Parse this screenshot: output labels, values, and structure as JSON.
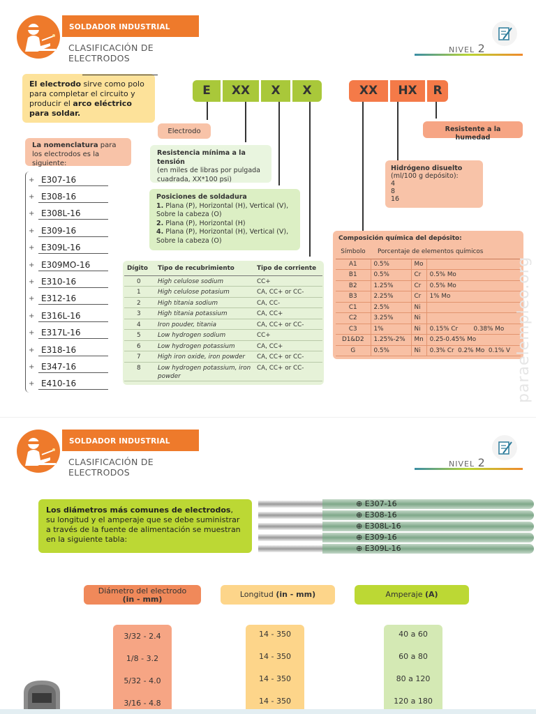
{
  "page1": {
    "header": {
      "title": "SOLDADOR INDUSTRIAL",
      "subtitle_line1": "CLASIFICACIÓN DE",
      "subtitle_line2": "ELECTRODOS",
      "nivel_label": "NIVEL",
      "nivel_num": "2"
    },
    "intro": {
      "bold1": "El electrodo",
      "text1": " sirve como polo para completar el circuito y producir el ",
      "bold2": "arco eléctrico para soldar."
    },
    "nomenclature": {
      "bold": "La nomenclatura",
      "text": " para los electrodos es la siguiente:"
    },
    "electrode_list": [
      "E307-16",
      "E308-16",
      "E308L-16",
      "E309-16",
      "E309L-16",
      "E309MO-16",
      "E310-16",
      "E312-16",
      "E316L-16",
      "E317L-16",
      "E318-16",
      "E347-16",
      "E410-16"
    ],
    "code1": [
      "E",
      "XX",
      "X",
      "X"
    ],
    "code2": [
      "XX",
      "HX",
      "R"
    ],
    "labels": {
      "electrodo": "Electrodo",
      "resistencia_title": "Resistencia mínima a la tensión",
      "resistencia_text": "(en miles de libras por pulgada cuadrada, XX*100 psi)",
      "posiciones_title": "Posiciones de soldadura",
      "pos1_num": "1.",
      "pos1": " Plana (P), Horizontal (H), Vertical (V), Sobre la cabeza (O)",
      "pos2_num": "2.",
      "pos2": " Plana (P), Horizontal (H)",
      "pos4_num": "4.",
      "pos4": " Plana (P), Horizontal (H), Vertical (V), Sobre la cabeza (O)",
      "humedad": "Resistente a la humedad",
      "hidrogeno_title": "Hidrógeno disuelto",
      "hidrogeno_text": "(ml/100 g depósito):",
      "hidrogeno_values": [
        "4",
        "8",
        "16"
      ],
      "composicion_title": "Composición química del depósito:"
    },
    "table1": {
      "headers": [
        "Dígito",
        "Tipo de recubrimiento",
        "Tipo de corriente"
      ],
      "rows": [
        [
          "0",
          "High celulose sodium",
          "CC+"
        ],
        [
          "1",
          "High celulose potasium",
          "CA, CC+ or CC-"
        ],
        [
          "2",
          "High titania sodium",
          "CA, CC-"
        ],
        [
          "3",
          "High titania potassium",
          "CA, CC+"
        ],
        [
          "4",
          "Iron pouder, titania",
          "CA, CC+ or CC-"
        ],
        [
          "5",
          "Low hydrogen sodium",
          "CC+"
        ],
        [
          "6",
          "Low hydrogen potassium",
          "CA, CC+"
        ],
        [
          "7",
          "High iron oxide, iron powder",
          "CA, CC+ or CC-"
        ],
        [
          "8",
          "Low hydrogen potassium, iron powder",
          "CA, CC+ or CC-"
        ]
      ]
    },
    "table2": {
      "headers": [
        "Símbolo",
        "Porcentaje de elementos químicos"
      ],
      "rows": [
        [
          "A1",
          "0.5%",
          "Mo",
          ""
        ],
        [
          "B1",
          "0.5%",
          "Cr",
          "0.5% Mo"
        ],
        [
          "B2",
          "1.25%",
          "Cr",
          "0.5% Mo"
        ],
        [
          "B3",
          "2.25%",
          "Cr",
          "1% Mo"
        ],
        [
          "C1",
          "2.5%",
          "Ni",
          ""
        ],
        [
          "C2",
          "3.25%",
          "Ni",
          ""
        ],
        [
          "C3",
          "1%",
          "Ni",
          "0.15% Cr        0.38% Mo"
        ],
        [
          "D1&D2",
          "1.25%-2%",
          "Mn",
          "0.25-0.45% Mo"
        ],
        [
          "G",
          "0.5%",
          "Ni",
          "0.3% Cr  0.2% Mo  0.1% V"
        ]
      ]
    }
  },
  "page2": {
    "header": {
      "title": "SOLDADOR INDUSTRIAL",
      "subtitle_line1": "CLASIFICACIÓN DE",
      "subtitle_line2": "ELECTRODOS",
      "nivel_label": "NIVEL",
      "nivel_num": "2"
    },
    "intro": {
      "bold": "Los diámetros más comunes de electrodos",
      "text": ", su longitud y el amperaje que se debe suministrar a través de la fuente de alimentación se muestran en la siguiente tabla:"
    },
    "rods": [
      "E307-16",
      "E308-16",
      "E308L-16",
      "E309-16",
      "E309L-16"
    ],
    "columns": {
      "diametro_line1": "Diámetro del electrodo",
      "diametro_line2": "(in - mm)",
      "longitud": "Longitud ",
      "longitud_bold": "(in - mm)",
      "amperaje": "Amperaje ",
      "amperaje_bold": "(A)"
    },
    "diametros": [
      "3/32 - 2.4",
      "1/8 - 3.2",
      "5/32 - 4.0",
      "3/16 - 4.8"
    ],
    "longitudes": [
      "14 - 350",
      "14 - 350",
      "14 - 350",
      "14 - 350"
    ],
    "amperajes": [
      "40 a 60",
      "60 a 80",
      "80 a 120",
      "120 a 180"
    ]
  },
  "watermark": "paraelempleo.org",
  "colors": {
    "orange": "#ee7a2b",
    "green": "#a9c83a",
    "salmon": "#f6a584",
    "yellow": "#fde29a"
  }
}
